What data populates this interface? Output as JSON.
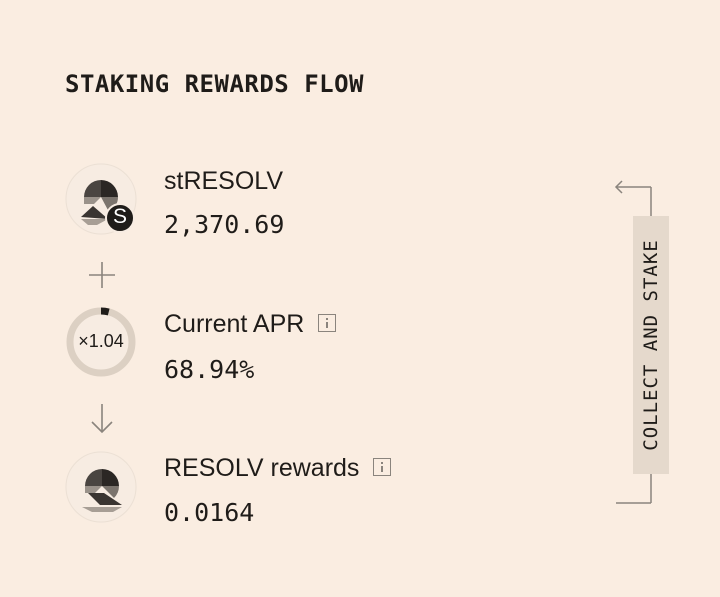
{
  "title": "STAKING REWARDS FLOW",
  "rows": [
    {
      "label": "stRESOLV",
      "value": "2,370.69",
      "icon": "stresolv-token-icon",
      "badge": "S"
    },
    {
      "label": "Current APR",
      "value": "68.94%",
      "icon": "apr-ring-icon",
      "multiplier": "×1.04",
      "ring_progress": 0.04
    },
    {
      "label": "RESOLV rewards",
      "value": "0.0164",
      "icon": "resolv-token-icon"
    }
  ],
  "side_label": "COLLECT AND STAKE",
  "colors": {
    "background": "#faede1",
    "text": "#1f1c19",
    "muted": "#8a847d",
    "side_box": "#e5d9cc"
  }
}
